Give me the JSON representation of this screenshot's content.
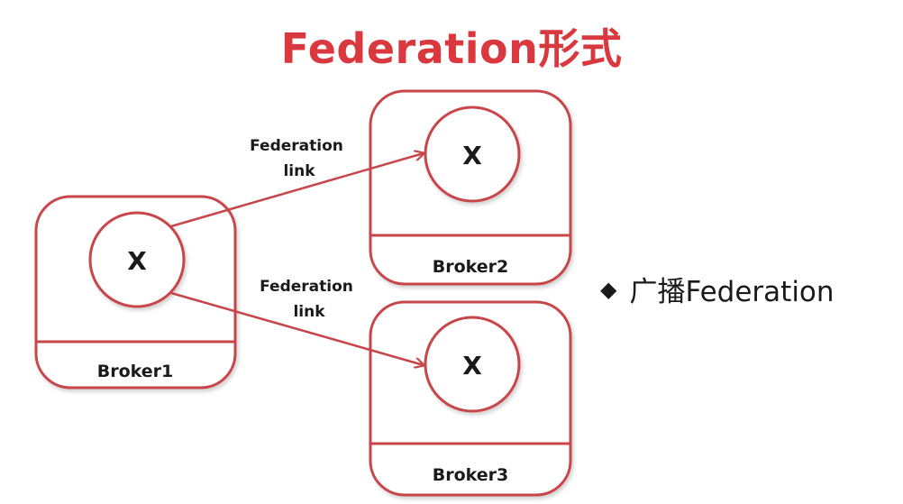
{
  "title": "Federation形式",
  "brokers": [
    {
      "label": "Broker1",
      "exchange": "X"
    },
    {
      "label": "Broker2",
      "exchange": "X"
    },
    {
      "label": "Broker3",
      "exchange": "X"
    }
  ],
  "links": [
    {
      "label_line1": "Federation",
      "label_line2": "link"
    },
    {
      "label_line1": "Federation",
      "label_line2": "link"
    }
  ],
  "bullet": {
    "marker": "◆",
    "text": "广播Federation"
  },
  "colors": {
    "accent": "#d9393e",
    "broker_border": "#c8454a",
    "text": "#1a1a1a"
  }
}
